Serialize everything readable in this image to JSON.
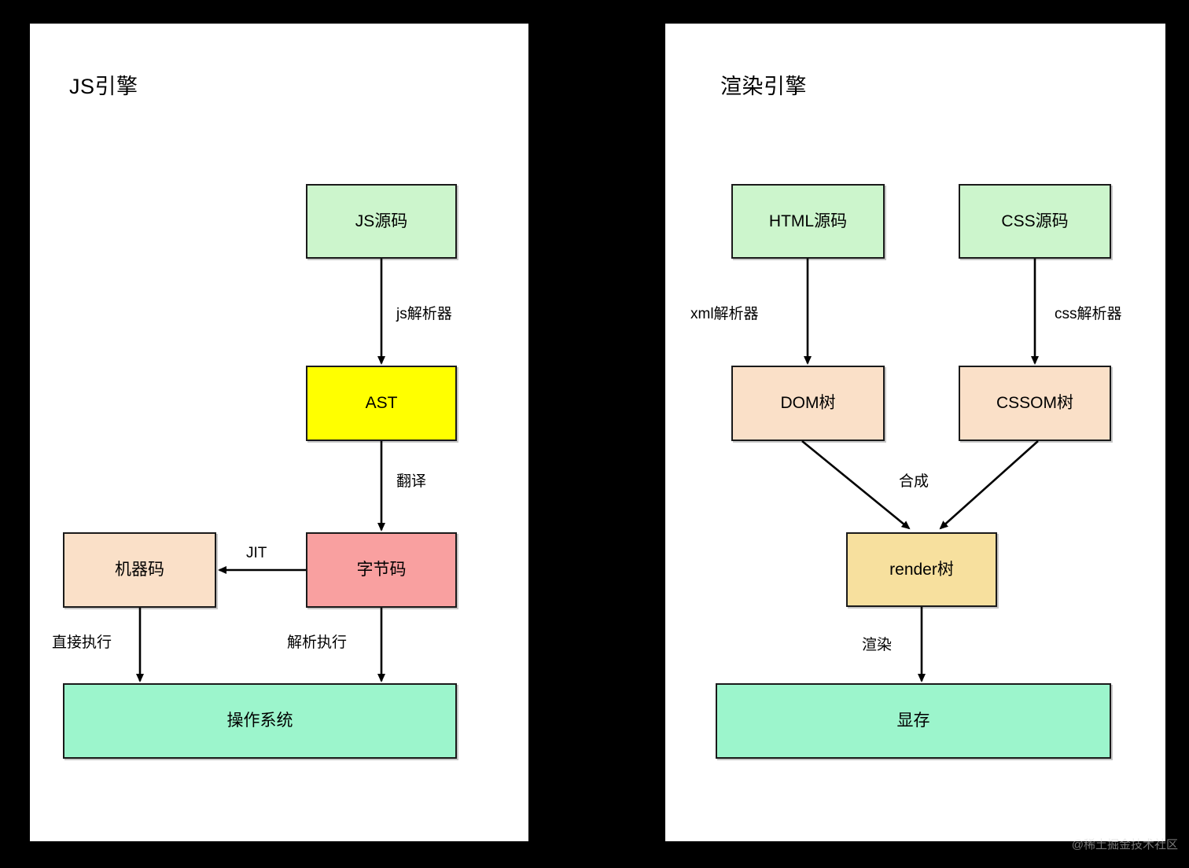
{
  "diagram": {
    "background_color": "#000000",
    "panel_background": "#ffffff",
    "panels": [
      {
        "id": "js-engine",
        "title": "JS引擎",
        "nodes": [
          {
            "key": "js_source",
            "label": "JS源码",
            "color": "#ccf5cc"
          },
          {
            "key": "ast",
            "label": "AST",
            "color": "#ffff00"
          },
          {
            "key": "bytecode",
            "label": "字节码",
            "color": "#f9a0a0"
          },
          {
            "key": "machinecode",
            "label": "机器码",
            "color": "#fae0c8"
          },
          {
            "key": "os",
            "label": "操作系统",
            "color": "#9cf5cc"
          }
        ],
        "edges": [
          {
            "key": "js_parser",
            "label": "js解析器",
            "from": "js_source",
            "to": "ast"
          },
          {
            "key": "translate",
            "label": "翻译",
            "from": "ast",
            "to": "bytecode"
          },
          {
            "key": "jit",
            "label": "JIT",
            "from": "bytecode",
            "to": "machinecode"
          },
          {
            "key": "direct_exec",
            "label": "直接执行",
            "from": "machinecode",
            "to": "os"
          },
          {
            "key": "interpret_exec",
            "label": "解析执行",
            "from": "bytecode",
            "to": "os"
          }
        ]
      },
      {
        "id": "render-engine",
        "title": "渲染引擎",
        "nodes": [
          {
            "key": "html_source",
            "label": "HTML源码",
            "color": "#ccf5cc"
          },
          {
            "key": "css_source",
            "label": "CSS源码",
            "color": "#ccf5cc"
          },
          {
            "key": "dom_tree",
            "label": "DOM树",
            "color": "#fae0c8"
          },
          {
            "key": "cssom_tree",
            "label": "CSSOM树",
            "color": "#fae0c8"
          },
          {
            "key": "render_tree",
            "label": "render树",
            "color": "#f7e09e"
          },
          {
            "key": "vram",
            "label": "显存",
            "color": "#9cf5cc"
          }
        ],
        "edges": [
          {
            "key": "xml_parser",
            "label": "xml解析器",
            "from": "html_source",
            "to": "dom_tree"
          },
          {
            "key": "css_parser",
            "label": "css解析器",
            "from": "css_source",
            "to": "cssom_tree"
          },
          {
            "key": "compose",
            "label": "合成",
            "from": "dom_tree",
            "to": "render_tree"
          },
          {
            "key": "render",
            "label": "渲染",
            "from": "render_tree",
            "to": "vram"
          }
        ]
      }
    ]
  },
  "watermark": {
    "text": "@稀土掘金技术社区"
  }
}
